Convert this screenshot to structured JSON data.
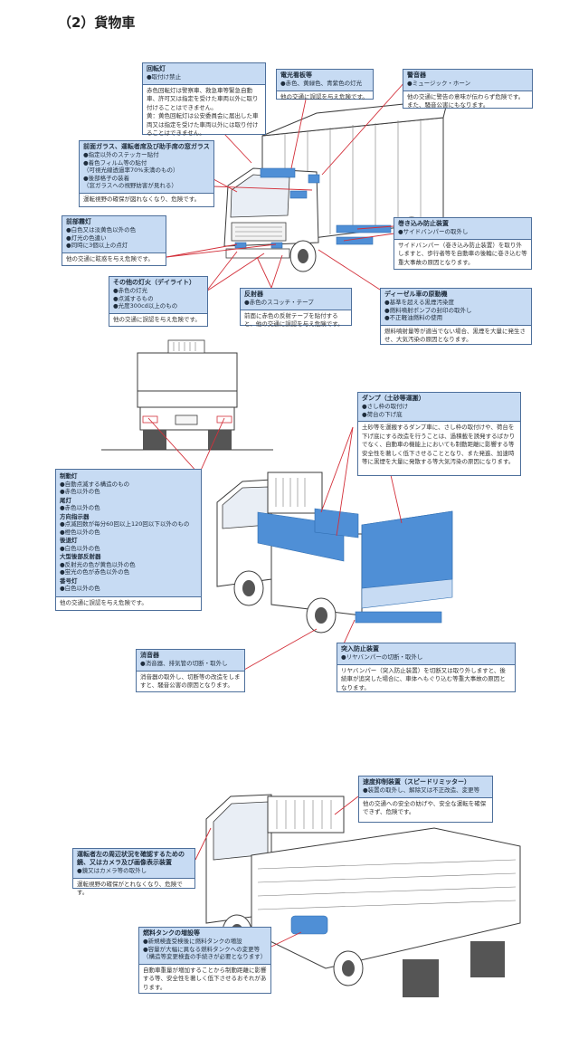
{
  "page_title": "（2）貨物車",
  "callouts": {
    "kaiten": {
      "title": "回転灯",
      "items": [
        "●取付け禁止"
      ],
      "body": "赤色回転灯は警察車、救急車等緊急自動車、許可又は指定を受けた車両以外に取り付けることはできません。\n黄：黄色回転灯は公安委員会に届出した車両又は指定を受けた車両以外には取り付けることはできません。"
    },
    "denko": {
      "title": "電光看板等",
      "items": [
        "●赤色、黄緑色、青紫色の灯光"
      ],
      "body": "他の交通に誤認を与え危険です。"
    },
    "keiteki": {
      "title": "警音器",
      "items": [
        "●ミュージック・ホーン"
      ],
      "body": "他の交通に警告の意味が伝わらず危険です。また、騒音公害にもなります。"
    },
    "glass": {
      "title": "前面ガラス、運転者席及び助手席の窓ガラス",
      "items": [
        "●指定以外のステッカー貼付",
        "●着色フィルム等の貼付",
        "（可視光線透過率70%未満のもの）",
        "●後部格子の装着",
        "（窓ガラスへの視野妨害が見れる）"
      ],
      "body": "運転視野の確保が図れなくなり、危険です。"
    },
    "zenmu": {
      "title": "前部霧灯",
      "items": [
        "●白色又は淡黄色以外の色",
        "●灯光の色違い",
        "●同時に3個以上の点灯"
      ],
      "body": "他の交通に眩惑を与え危険です。"
    },
    "makikomi": {
      "title": "巻き込み防止装置",
      "items": [
        "●サイドバンパーの取外し"
      ],
      "body": "サイドバンパー（巻き込み防止装置）を取り外しますと、歩行者等を自動車の後輪に巻き込む等重大事故の原因となります。"
    },
    "daylight": {
      "title": "その他の灯火（デイライト）",
      "items": [
        "●赤色の灯光",
        "●点滅するもの",
        "●光度300cd以上のもの"
      ],
      "body": "他の交通に誤認を与え危険です。"
    },
    "hansha": {
      "title": "反射器",
      "items": [
        "●赤色のスコッチ・テープ"
      ],
      "body": "前面に赤色の反射テープを貼付すると、他の交通に誤認を与え危険です。"
    },
    "diesel": {
      "title": "ディーゼル車の原動機",
      "items": [
        "●基準を超える黒煙汚染度",
        "●燃料噴射ポンプの封印の取外し",
        "●不正軽油燃料の使用"
      ],
      "body": "燃料噴射量等が適当でない場合、黒煙を大量に発生させ、大気汚染の原因となります。"
    },
    "dump": {
      "title": "ダンプ（土砂等運搬）",
      "items": [
        "●さし枠の取付け",
        "●荷台の下げ底"
      ],
      "body": "土砂等を運搬するダンプ車に、さし枠の取付けや、荷台を下げ底にする改造を行うことは、過積載を誘発するばかりでなく、自動車の機能上においても制動距離に影響する等安全性を著しく低下させることとなり、また発進、加速時等に黒煙を大量に発散する等大気汚染の原因になります。"
    },
    "rear": {
      "groups": [
        {
          "title": "制動灯",
          "items": [
            "●自動点滅する構造のもの",
            "●赤色以外の色"
          ]
        },
        {
          "title": "尾灯",
          "items": [
            "●赤色以外の色"
          ]
        },
        {
          "title": "方向指示器",
          "items": [
            "●点滅回数が毎分60回以上120回以下以外のもの",
            "●橙色以外の色"
          ]
        },
        {
          "title": "後退灯",
          "items": [
            "●白色以外の色"
          ]
        },
        {
          "title": "大型後部反射器",
          "items": [
            "●反射光の色が黄色以外の色",
            "●蛍光の色が赤色以外の色"
          ]
        },
        {
          "title": "番号灯",
          "items": [
            "●白色以外の色"
          ]
        }
      ],
      "body": "他の交通に誤認を与え危険です。"
    },
    "muffler": {
      "title": "消音器",
      "items": [
        "●消音器、排気管の切断・取外し"
      ],
      "body": "消音器の取外し、切断等の改造をしますと、騒音公害の原因となります。"
    },
    "tottsu": {
      "title": "突入防止装置",
      "items": [
        "●リヤバンパーの切断・取外し"
      ],
      "body": "リヤバンパー（突入防止装置）を切断又は取り外しますと、後続車が追突した場合に、車体へもぐり込む等重大事故の原因となります。"
    },
    "speed": {
      "title": "速度抑制装置（スピードリミッター）",
      "items": [
        "●装置の取外し、解除又は不正改造、変更等"
      ],
      "body": "他の交通への安全の妨げや、安全な運転を確保できず、危険です。"
    },
    "mirror": {
      "title": "運転者左の周辺状況を確認するための鏡、又はカメラ及び画像表示装置",
      "items": [
        "●鏡又はカメラ等の取外し"
      ],
      "body": "運転視野の確保がとれなくなり、危険です。"
    },
    "fuel": {
      "title": "燃料タンクの増設等",
      "items": [
        "●新規検査受検後に燃料タンクの増設",
        "●容量が大幅に異なる燃料タンクへの変更等",
        "（構造等変更検査の手続きが必要となります）"
      ],
      "body": "自動車重量が増加することから制動距離に影響する等、安全性を著しく低下させるおそれがあります。"
    }
  }
}
